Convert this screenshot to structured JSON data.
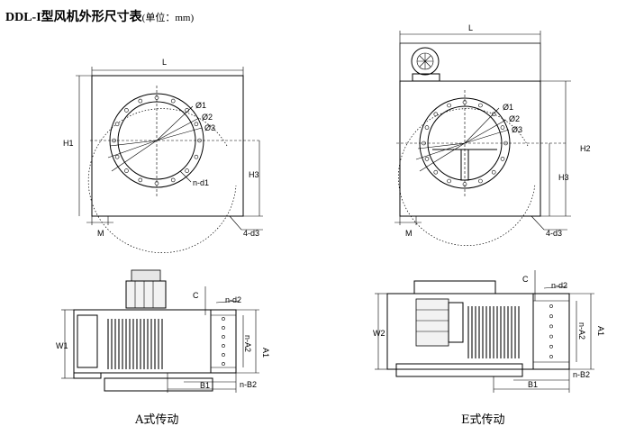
{
  "title": {
    "main": "DDL-I型风机外形尺寸表",
    "unit": "(单位：mm)"
  },
  "front_a": {
    "L": "L",
    "H1": "H1",
    "H3": "H3",
    "M": "M",
    "d1": "Ø1",
    "d2": "Ø2",
    "d3": "Ø3",
    "nd1": "n-d1",
    "nd3": "4-d3"
  },
  "front_e": {
    "L": "L",
    "H2": "H2",
    "H3": "H3",
    "M": "M",
    "d1": "Ø1",
    "d2": "Ø2",
    "d3": "Ø3",
    "nd3": "4-d3"
  },
  "side_a": {
    "C": "C",
    "nd2": "n-d2",
    "W1": "W1",
    "A1": "A1",
    "nA2": "n-A2",
    "B1": "B1",
    "nB2": "n-B2"
  },
  "side_e": {
    "C": "C",
    "nd2": "n-d2",
    "W2": "W2",
    "A1": "A1",
    "nA2": "n-A2",
    "B1": "B1",
    "nB2": "n-B2"
  },
  "captions": {
    "a": "A式传动",
    "e": "E式传动"
  }
}
